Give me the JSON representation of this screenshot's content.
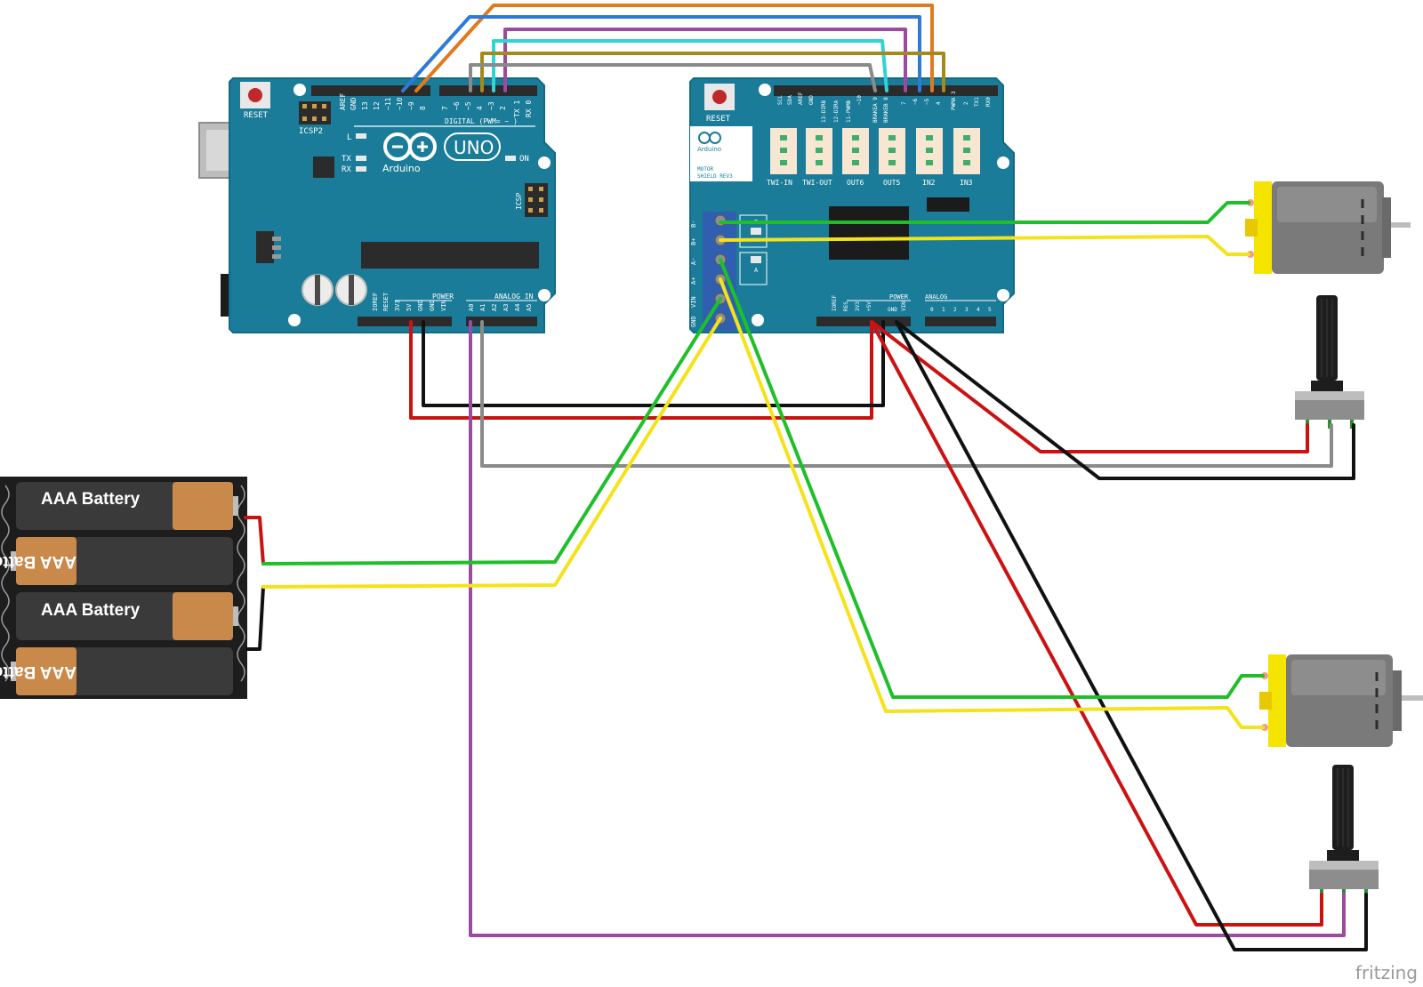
{
  "watermark": "fritzing",
  "arduino": {
    "reset": "RESET",
    "icsp2": "ICSP2",
    "icsp": "ICSP",
    "digital": "DIGITAL (PWM= ~ )",
    "uno": "UNO",
    "brand": "Arduino",
    "led_l": "L",
    "tx": "TX",
    "rx": "RX",
    "on": "ON",
    "power": "POWER",
    "analog_in": "ANALOG IN",
    "top_pins": [
      "AREF",
      "GND",
      "13",
      "12",
      "~11",
      "~10",
      "~9",
      "8"
    ],
    "top_pins_right": [
      "7",
      "~6",
      "~5",
      "4",
      "~3",
      "2",
      "TX 1",
      "RX 0"
    ],
    "bottom_pins": [
      "IOREF",
      "RESET",
      "3V3",
      "5V",
      "GND",
      "GND",
      "VIN"
    ],
    "analog_pins": [
      "A0",
      "A1",
      "A2",
      "A3",
      "A4",
      "A5"
    ]
  },
  "shield": {
    "reset": "RESET",
    "brand": "Arduino",
    "title_line1": "MOTOR",
    "title_line2": "SHIELD REV3",
    "connectors": [
      "TWI-IN",
      "TWI-OUT",
      "OUT6",
      "OUT5",
      "IN2",
      "IN3"
    ],
    "top_pins": [
      "SCL",
      "SDA",
      "AREF",
      "GND",
      "13-DIRB",
      "12-DIRA",
      "11-PWMB",
      "~10",
      "BRAKEA 9",
      "BRAKEB 8",
      "7",
      "~6",
      "~5",
      "4",
      "PWMA 3",
      "2",
      "TX1",
      "RX0"
    ],
    "terminals": [
      "B-",
      "B+",
      "A-",
      "A+",
      "VIN",
      "GND"
    ],
    "label_b": "B",
    "label_a": "A",
    "power": "POWER",
    "analog": "ANALOG",
    "bottom_pins": [
      "IOREF",
      "RES",
      "3V3",
      "+5V",
      "GND",
      "GND",
      "VIN"
    ],
    "analog_pins": [
      "0",
      "1",
      "2",
      "3",
      "4",
      "5"
    ]
  },
  "battery": {
    "cells": [
      "AAA Battery",
      "AAA Battery",
      "AAA Battery",
      "AAA Battery"
    ]
  },
  "colors": {
    "board": "#1a7c99",
    "board_edge": "#136a84",
    "header": "#2b2b2b",
    "wire_red": "#cc1111",
    "wire_black": "#111111",
    "wire_green": "#1fbf2a",
    "wire_yellow": "#f4e21a",
    "wire_gray": "#8a8a8a",
    "wire_purple": "#9b4aa0",
    "wire_orange": "#e07a1e",
    "wire_blue": "#2f7ad9",
    "wire_cyan": "#2fd4d4",
    "wire_olive": "#a38a1a",
    "motor_body": "#7a7a7a",
    "motor_cap": "#f5e400",
    "battery_shell": "#1d1d1d",
    "battery_copper": "#c9894a"
  }
}
